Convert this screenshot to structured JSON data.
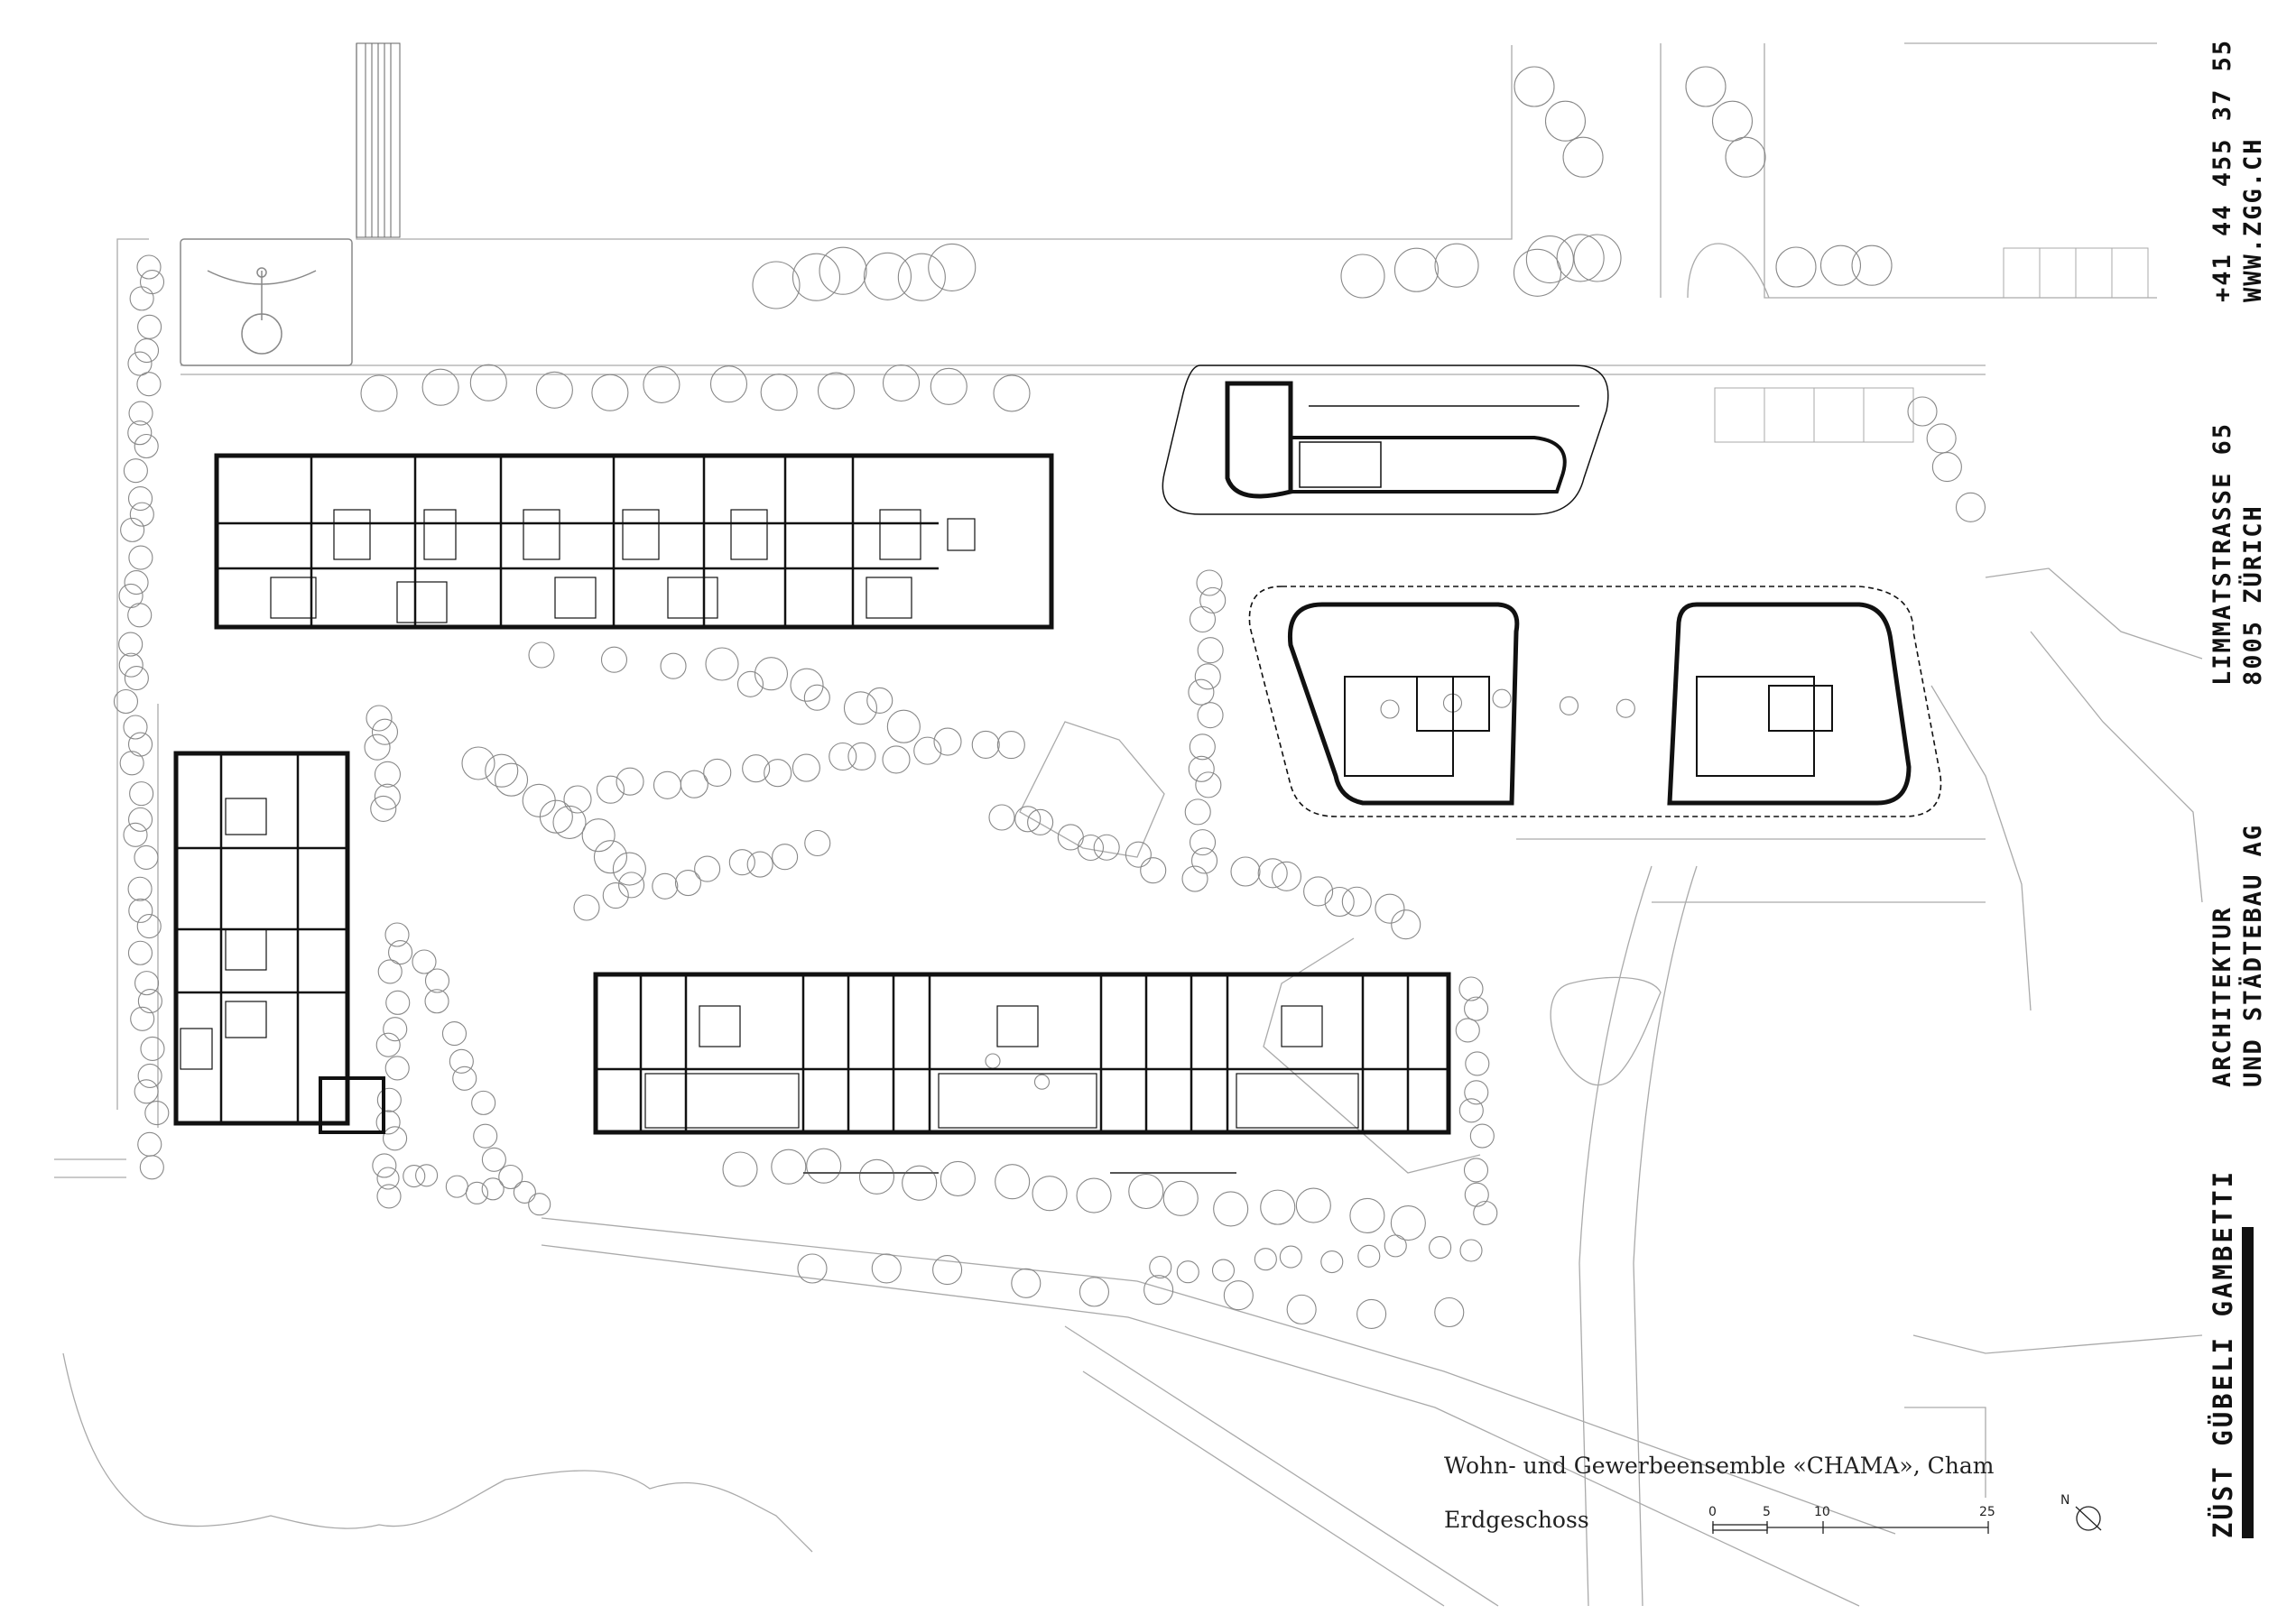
{
  "title_block": {
    "project": "Wohn- und Gewerbeensemble «CHAMA», Cham",
    "drawing": "Erdgeschoss"
  },
  "scale_bar": {
    "ticks": [
      "0",
      "5",
      "10",
      "25"
    ]
  },
  "firm": {
    "name": "ZÜST GÜBELI GAMBETTI",
    "company_line1": "ARCHITEKTUR",
    "company_line2": "UND STÄDTEBAU AG",
    "address_line1": "LIMMATSTRASSE 65",
    "address_line2": "8005 ZÜRICH",
    "phone": "+41 44 455 37 55",
    "web": "WWW.ZGG.CH"
  },
  "north_arrow": {
    "label": "N"
  }
}
